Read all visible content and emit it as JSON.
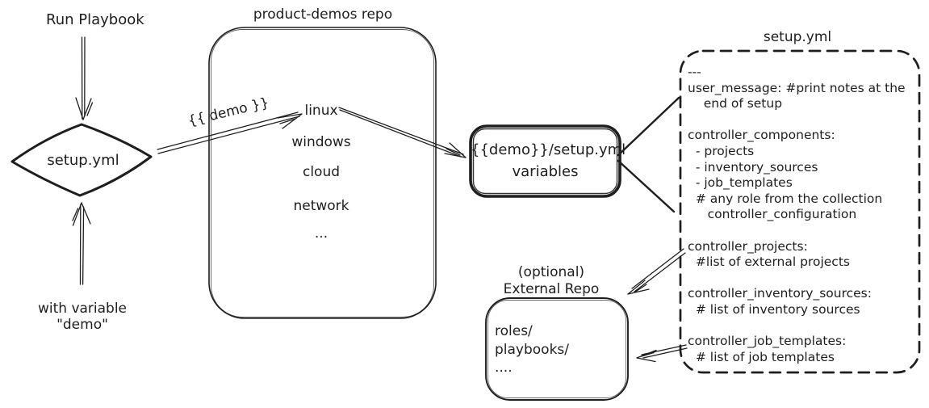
{
  "colors": {
    "ink": "#1e1e1e",
    "background": "#ffffff"
  },
  "left_flow": {
    "run_playbook_label": "Run Playbook",
    "diamond_label": "setup.yml",
    "with_variable_line1": "with variable",
    "with_variable_line2": "\"demo\""
  },
  "repo": {
    "title": "product-demos repo",
    "arrow_label": "{{ demo }}",
    "items": [
      "linux",
      "windows",
      "cloud",
      "network",
      "..."
    ]
  },
  "variables_box": {
    "line1": "{{demo}}/setup.yml",
    "line2": "variables"
  },
  "setup_yml": {
    "title": "setup.yml",
    "content": "---\nuser_message: #print notes at the\n    end of setup\n\ncontroller_components:\n  - projects\n  - inventory_sources\n  - job_templates\n  # any role from the collection\n     controller_configuration\n\ncontroller_projects:\n  #list of external projects\n\ncontroller_inventory_sources:\n  # list of inventory sources\n\ncontroller_job_templates:\n  # list of job templates"
  },
  "external_repo": {
    "title_line1": "(optional)",
    "title_line2": "External Repo",
    "content": "roles/\nplaybooks/\n...."
  }
}
